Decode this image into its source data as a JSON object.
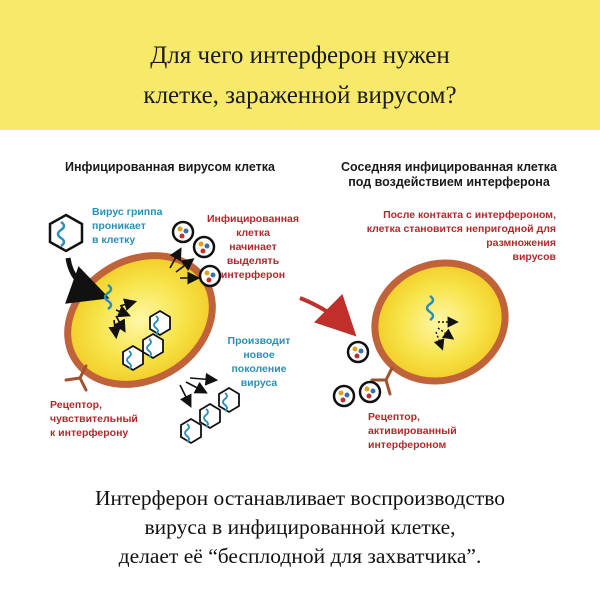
{
  "header": {
    "title_line1": "Для чего интерферон нужен",
    "title_line2": "клетке, зараженной вирусом?",
    "background": "#f7e96a"
  },
  "left_panel": {
    "heading": "Инфицированная  вирусом клетка",
    "virus_enters": [
      "Вирус гриппа",
      "проникает",
      "в клетку"
    ],
    "secretes": [
      "Инфицированная",
      "клетка",
      "начинает",
      "выделять",
      "интерферон"
    ],
    "produces": [
      "Производит",
      "новое",
      "поколение",
      "вируса"
    ],
    "receptor": [
      "Рецептор,",
      "чувствительный",
      "к интерферону"
    ]
  },
  "right_panel": {
    "heading_line1": "Соседняя инфицированная клетка",
    "heading_line2": "под воздействием интерферона",
    "effect": [
      "После контакта с  интерфероном,",
      "клетка становится непригодной для",
      "размножения",
      "вирусов"
    ],
    "receptor": [
      "Рецептор,",
      "активированный",
      "интерфероном"
    ]
  },
  "footer": {
    "line1": "Интерферон останавливает воспроизводство",
    "line2": "вируса в инфицированной клетке,",
    "line3": "делает её “бесплодной для захватчика”."
  },
  "colors": {
    "red_text": "#b02a2a",
    "blue_text": "#2a8fb8",
    "cell_fill": "#f3d21a",
    "cell_border": "#c0623a"
  },
  "icons": [
    "virus-hexagon-icon",
    "interferon-molecule-icon",
    "receptor-icon",
    "arrow-icon"
  ]
}
